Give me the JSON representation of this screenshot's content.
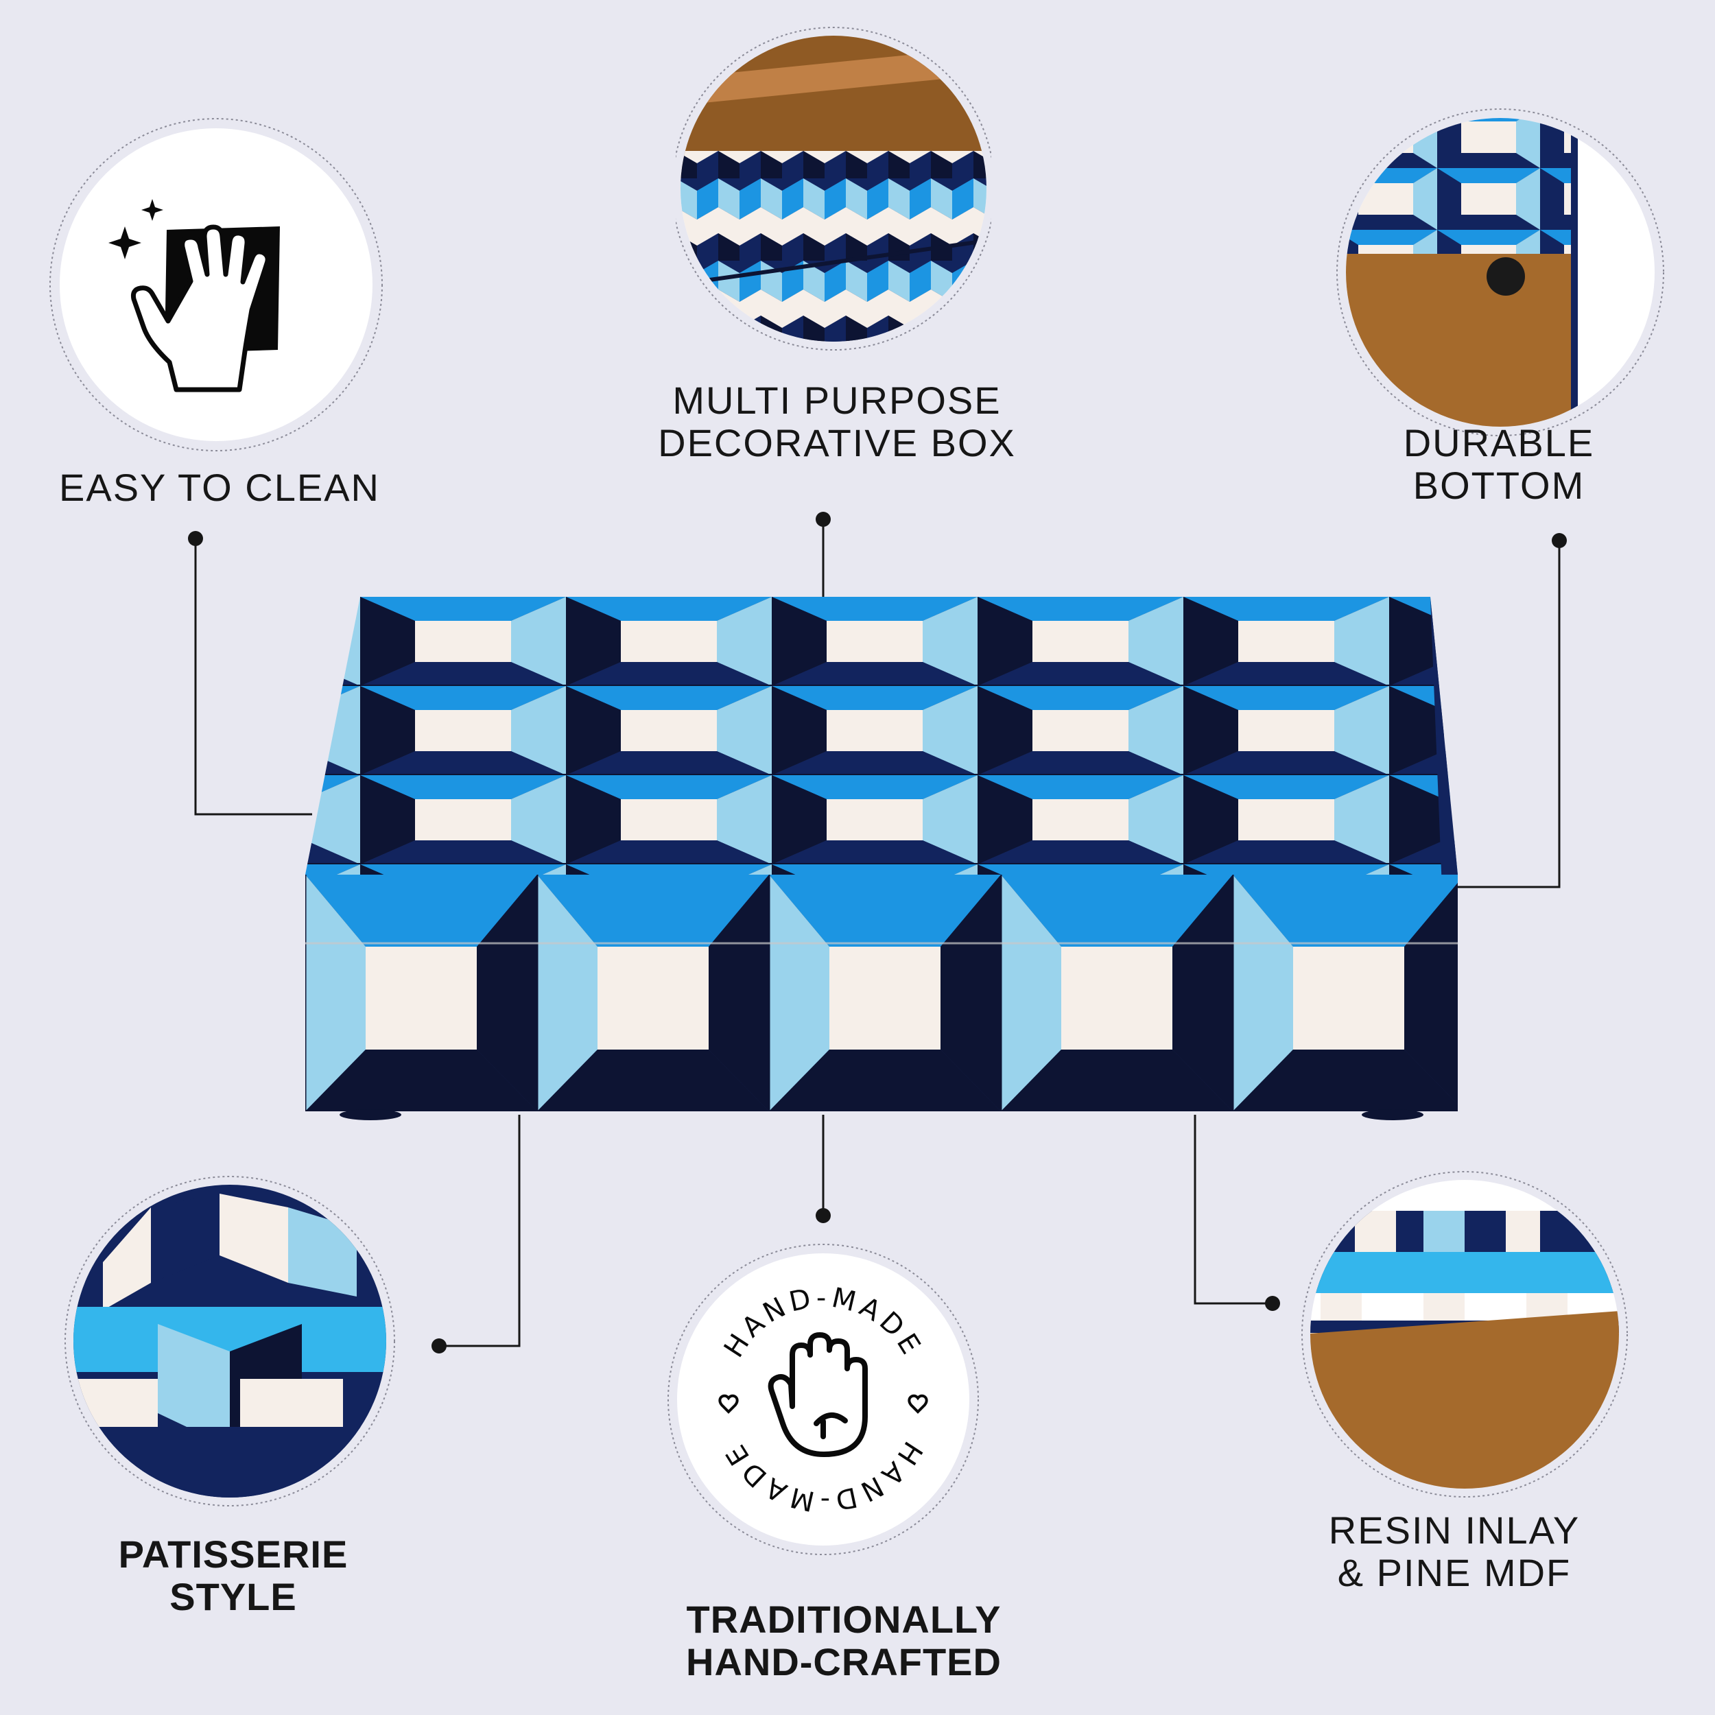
{
  "features": {
    "easy_clean": {
      "lines": [
        "EASY TO CLEAN"
      ],
      "icon": "hand-wipe-icon"
    },
    "multi_purpose": {
      "lines": [
        "MULTI PURPOSE",
        "DECORATIVE BOX"
      ]
    },
    "durable_bottom": {
      "lines": [
        "DURABLE",
        "BOTTOM"
      ]
    },
    "patisserie": {
      "lines": [
        "PATISSERIE",
        "STYLE"
      ]
    },
    "hand_crafted": {
      "lines": [
        "TRADITIONALLY",
        "HAND-CRAFTED"
      ],
      "badge_text": "HAND-MADE",
      "icon": "palm-hand-icon"
    },
    "resin_inlay": {
      "lines": [
        "RESIN INLAY",
        "& PINE MDF"
      ]
    }
  },
  "colors": {
    "background": "#e8e8f1",
    "navy": "#12245e",
    "midnight": "#0d1433",
    "sky": "#9ad3ec",
    "azure": "#1c95e2",
    "cream": "#f6efe9",
    "wood": "#a56a2c"
  }
}
